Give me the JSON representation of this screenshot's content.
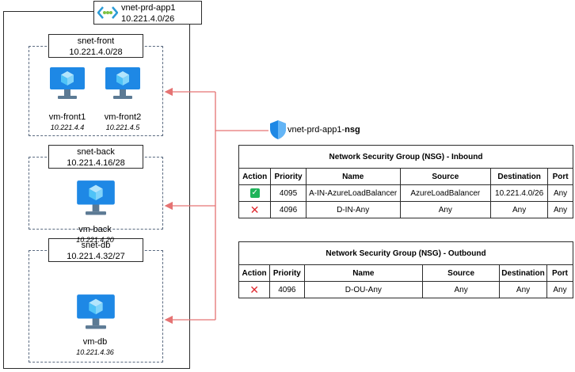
{
  "vnet": {
    "name": "vnet-prd-app1",
    "cidr": "10.221.4.0/26"
  },
  "subnets": [
    {
      "name": "snet-front",
      "cidr": "10.221.4.0/28",
      "vms": [
        {
          "name": "vm-front1",
          "ip": "10.221.4.4"
        },
        {
          "name": "vm-front2",
          "ip": "10.221.4.5"
        }
      ]
    },
    {
      "name": "snet-back",
      "cidr": "10.221.4.16/28",
      "vms": [
        {
          "name": "vm-back",
          "ip": "10.221.4.20"
        }
      ]
    },
    {
      "name": "snet-db",
      "cidr": "10.221.4.32/27",
      "vms": [
        {
          "name": "vm-db",
          "ip": "10.221.4.36"
        }
      ]
    }
  ],
  "nsg": {
    "name_prefix": "vnet-prd-app1-",
    "name_suffix": "nsg"
  },
  "inbound": {
    "title": "Network Security Group (NSG) - Inbound",
    "headers": [
      "Action",
      "Priority",
      "Name",
      "Source",
      "Destination",
      "Port"
    ],
    "rows": [
      {
        "action": "allow",
        "priority": "4095",
        "name": "A-IN-AzureLoadBalancer",
        "source": "AzureLoadBalancer",
        "destination": "10.221.4.0/26",
        "port": "Any"
      },
      {
        "action": "deny",
        "priority": "4096",
        "name": "D-IN-Any",
        "source": "Any",
        "destination": "Any",
        "port": "Any"
      }
    ]
  },
  "outbound": {
    "title": "Network Security Group (NSG) - Outbound",
    "headers": [
      "Action",
      "Priority",
      "Name",
      "Source",
      "Destination",
      "Port"
    ],
    "rows": [
      {
        "action": "deny",
        "priority": "4096",
        "name": "D-OU-Any",
        "source": "Any",
        "destination": "Any",
        "port": "Any"
      }
    ]
  },
  "colors": {
    "connector": "#e57373",
    "vm_blue": "#1e88e5",
    "allow": "#1fb45a",
    "deny": "#e0282e"
  },
  "icons": {
    "vnet": "vnet-icon",
    "vm": "vm-monitor-icon",
    "nsg": "shield-icon",
    "allow": "check-icon",
    "deny": "x-icon"
  }
}
